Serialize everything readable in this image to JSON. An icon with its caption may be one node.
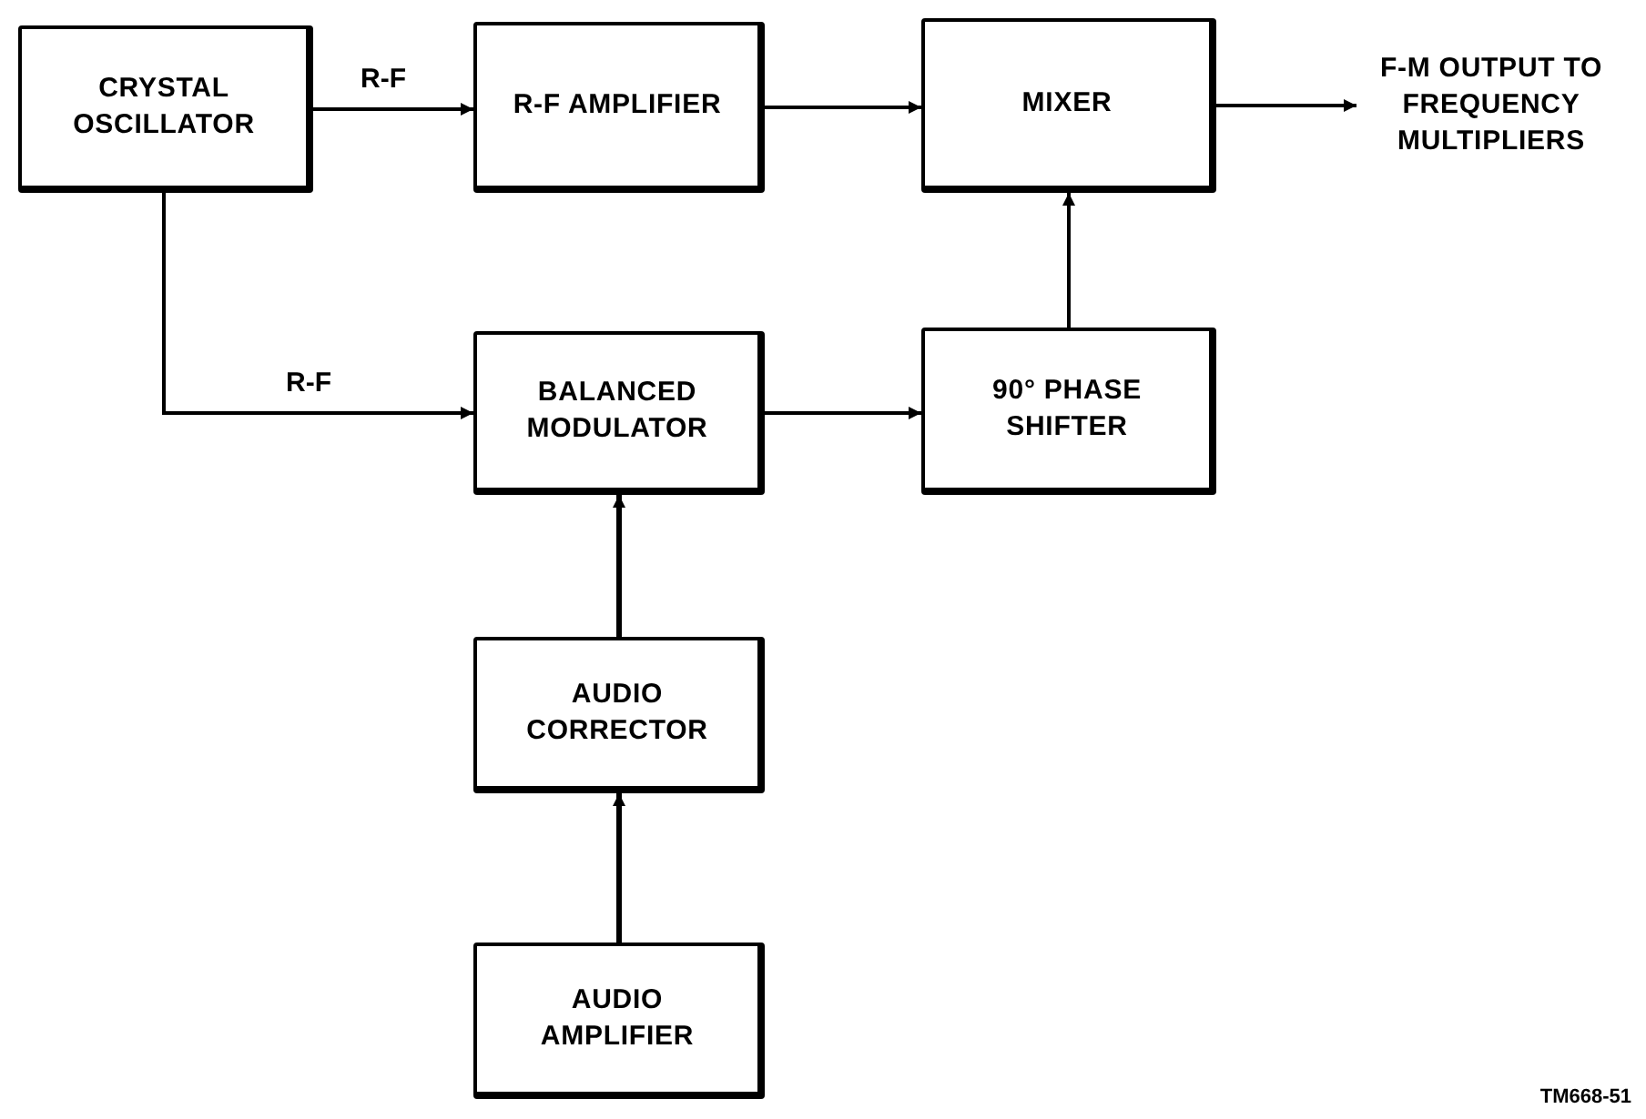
{
  "diagram": {
    "nodes": [
      {
        "text": [
          "CRYSTAL OSCILLATOR"
        ]
      },
      {
        "text": [
          "R-F AMPLIFIER"
        ]
      },
      {
        "text": [
          "MIXER"
        ]
      },
      {
        "text": [
          "F-M OUTPUT TO FREQUENCY MULTIPLIERS"
        ]
      },
      {
        "text": [
          "BALANCED MODULATOR"
        ]
      },
      {
        "text": [
          "90° PHASE SHIFTER"
        ]
      },
      {
        "text": [
          "AUDIO CORRECTOR"
        ]
      },
      {
        "text": [
          "AUDIO AMPLIFIER"
        ]
      }
    ],
    "edges": [
      {
        "from": 0,
        "to": 1,
        "arrow": "to",
        "label": "R-F"
      },
      {
        "from": 1,
        "to": 2,
        "arrow": "to"
      },
      {
        "from": 2,
        "to": 3,
        "arrow": "to"
      },
      {
        "from": 0,
        "to": 4,
        "arrow": "to",
        "label": "R-F"
      },
      {
        "from": 4,
        "to": 5,
        "arrow": "to"
      },
      {
        "from": 5,
        "to": 2,
        "arrow": "to"
      },
      {
        "from": 6,
        "to": 4,
        "arrow": "to"
      },
      {
        "from": 7,
        "to": 6,
        "arrow": "to"
      }
    ],
    "labels": [
      "TM668-51"
    ]
  }
}
